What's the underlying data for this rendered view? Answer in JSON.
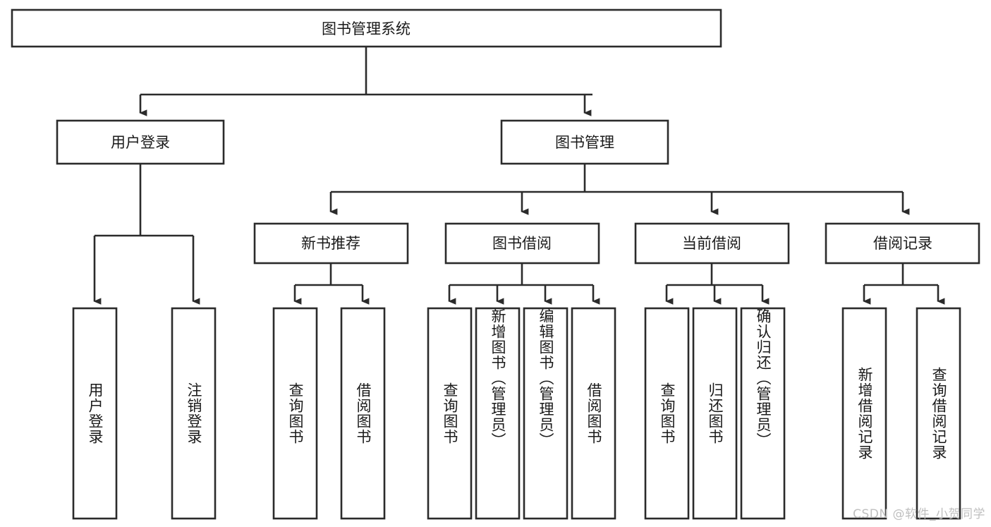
{
  "diagram": {
    "type": "tree-hierarchy",
    "title": "图书管理系统",
    "watermark": "CSDN @软件_小贺同学",
    "colors": {
      "stroke": "#2b2b2b",
      "fill": "#ffffff",
      "text": "#1a1a1a",
      "watermark": "#bfbfbf"
    },
    "root": {
      "label": "图书管理系统"
    },
    "level2": [
      {
        "label": "用户登录"
      },
      {
        "label": "图书管理"
      }
    ],
    "level3": [
      {
        "label": "新书推荐"
      },
      {
        "label": "图书借阅"
      },
      {
        "label": "当前借阅"
      },
      {
        "label": "借阅记录"
      }
    ],
    "leaves": {
      "user_login": [
        {
          "label": "用户登录"
        },
        {
          "label": "注销登录"
        }
      ],
      "new_book_recommend": [
        {
          "label": "查询图书"
        },
        {
          "label": "借阅图书"
        }
      ],
      "book_borrow": [
        {
          "label": "查询图书"
        },
        {
          "label": "新增图书（管理员）"
        },
        {
          "label": "编辑图书（管理员）"
        },
        {
          "label": "借阅图书"
        }
      ],
      "current_borrow": [
        {
          "label": "查询图书"
        },
        {
          "label": "归还图书"
        },
        {
          "label": "确认归还（管理员）"
        }
      ],
      "borrow_record": [
        {
          "label": "新增借阅记录"
        },
        {
          "label": "查询借阅记录"
        }
      ]
    }
  }
}
